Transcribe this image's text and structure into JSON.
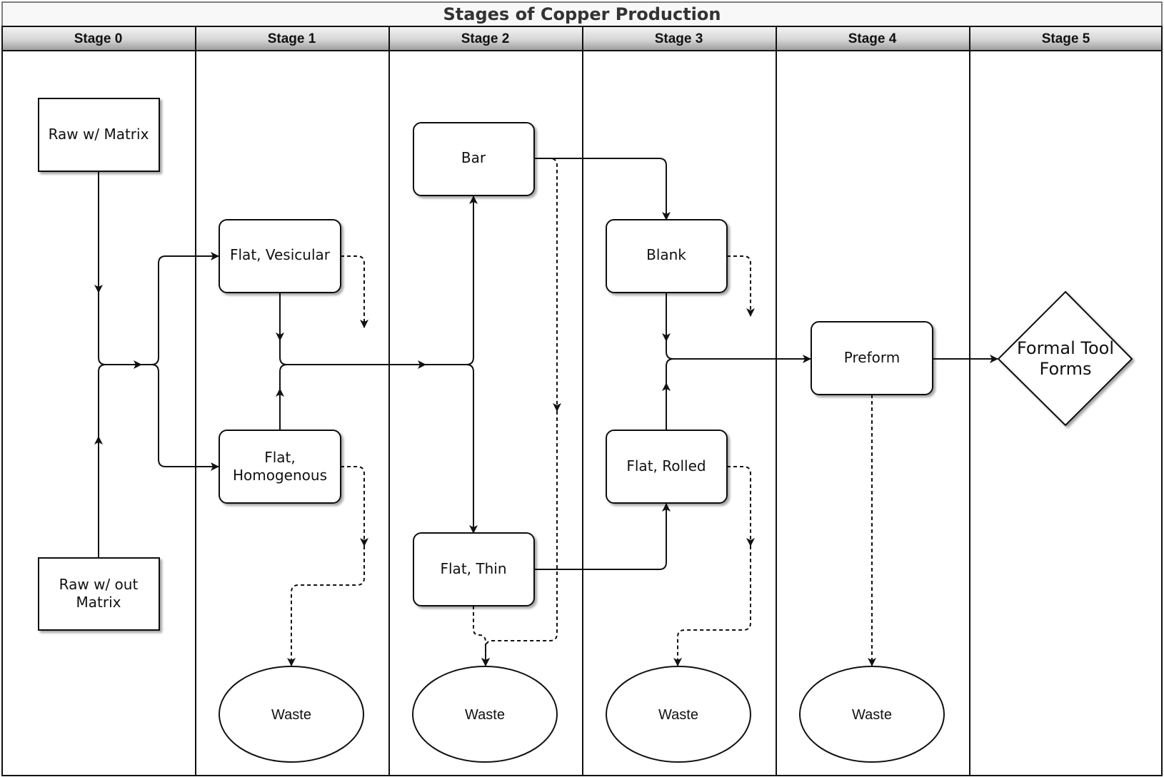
{
  "title": "Stages of Copper Production",
  "stages": [
    "Stage 0",
    "Stage 1",
    "Stage 2",
    "Stage 3",
    "Stage 4",
    "Stage 5"
  ],
  "nodes": {
    "raw_matrix": [
      "Raw w/ Matrix"
    ],
    "raw_no_matrix": [
      "Raw w/ out",
      "Matrix"
    ],
    "flat_vesicular": [
      "Flat, Vesicular"
    ],
    "flat_homogenous": [
      "Flat,",
      "Homogenous"
    ],
    "bar": [
      "Bar"
    ],
    "flat_thin": [
      "Flat, Thin"
    ],
    "blank": [
      "Blank"
    ],
    "flat_rolled": [
      "Flat, Rolled"
    ],
    "preform": [
      "Preform"
    ],
    "formal_tool_forms": [
      "Formal Tool",
      "Forms"
    ]
  },
  "waste_label": "Waste"
}
